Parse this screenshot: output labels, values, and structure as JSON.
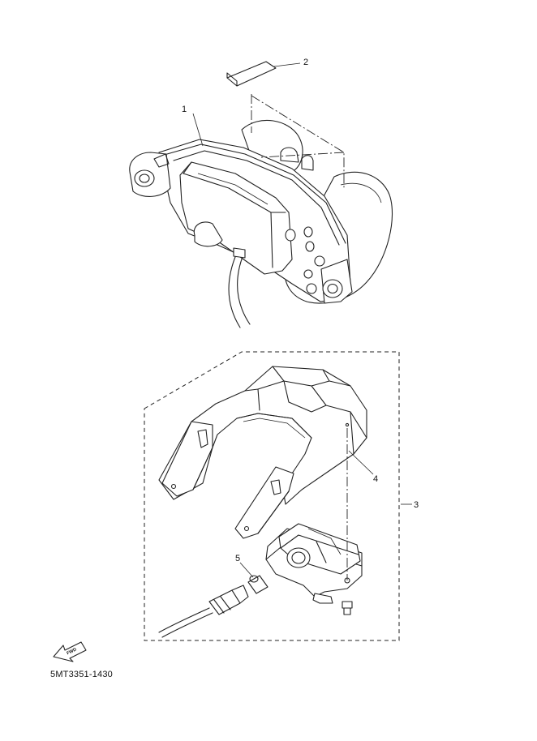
{
  "diagram": {
    "callouts": [
      {
        "id": "1",
        "label": "1"
      },
      {
        "id": "2",
        "label": "2"
      },
      {
        "id": "3",
        "label": "3"
      },
      {
        "id": "4",
        "label": "4"
      },
      {
        "id": "5",
        "label": "5"
      }
    ],
    "drawing_code": "5MT3351-1430",
    "fwd_label": "FWD"
  }
}
